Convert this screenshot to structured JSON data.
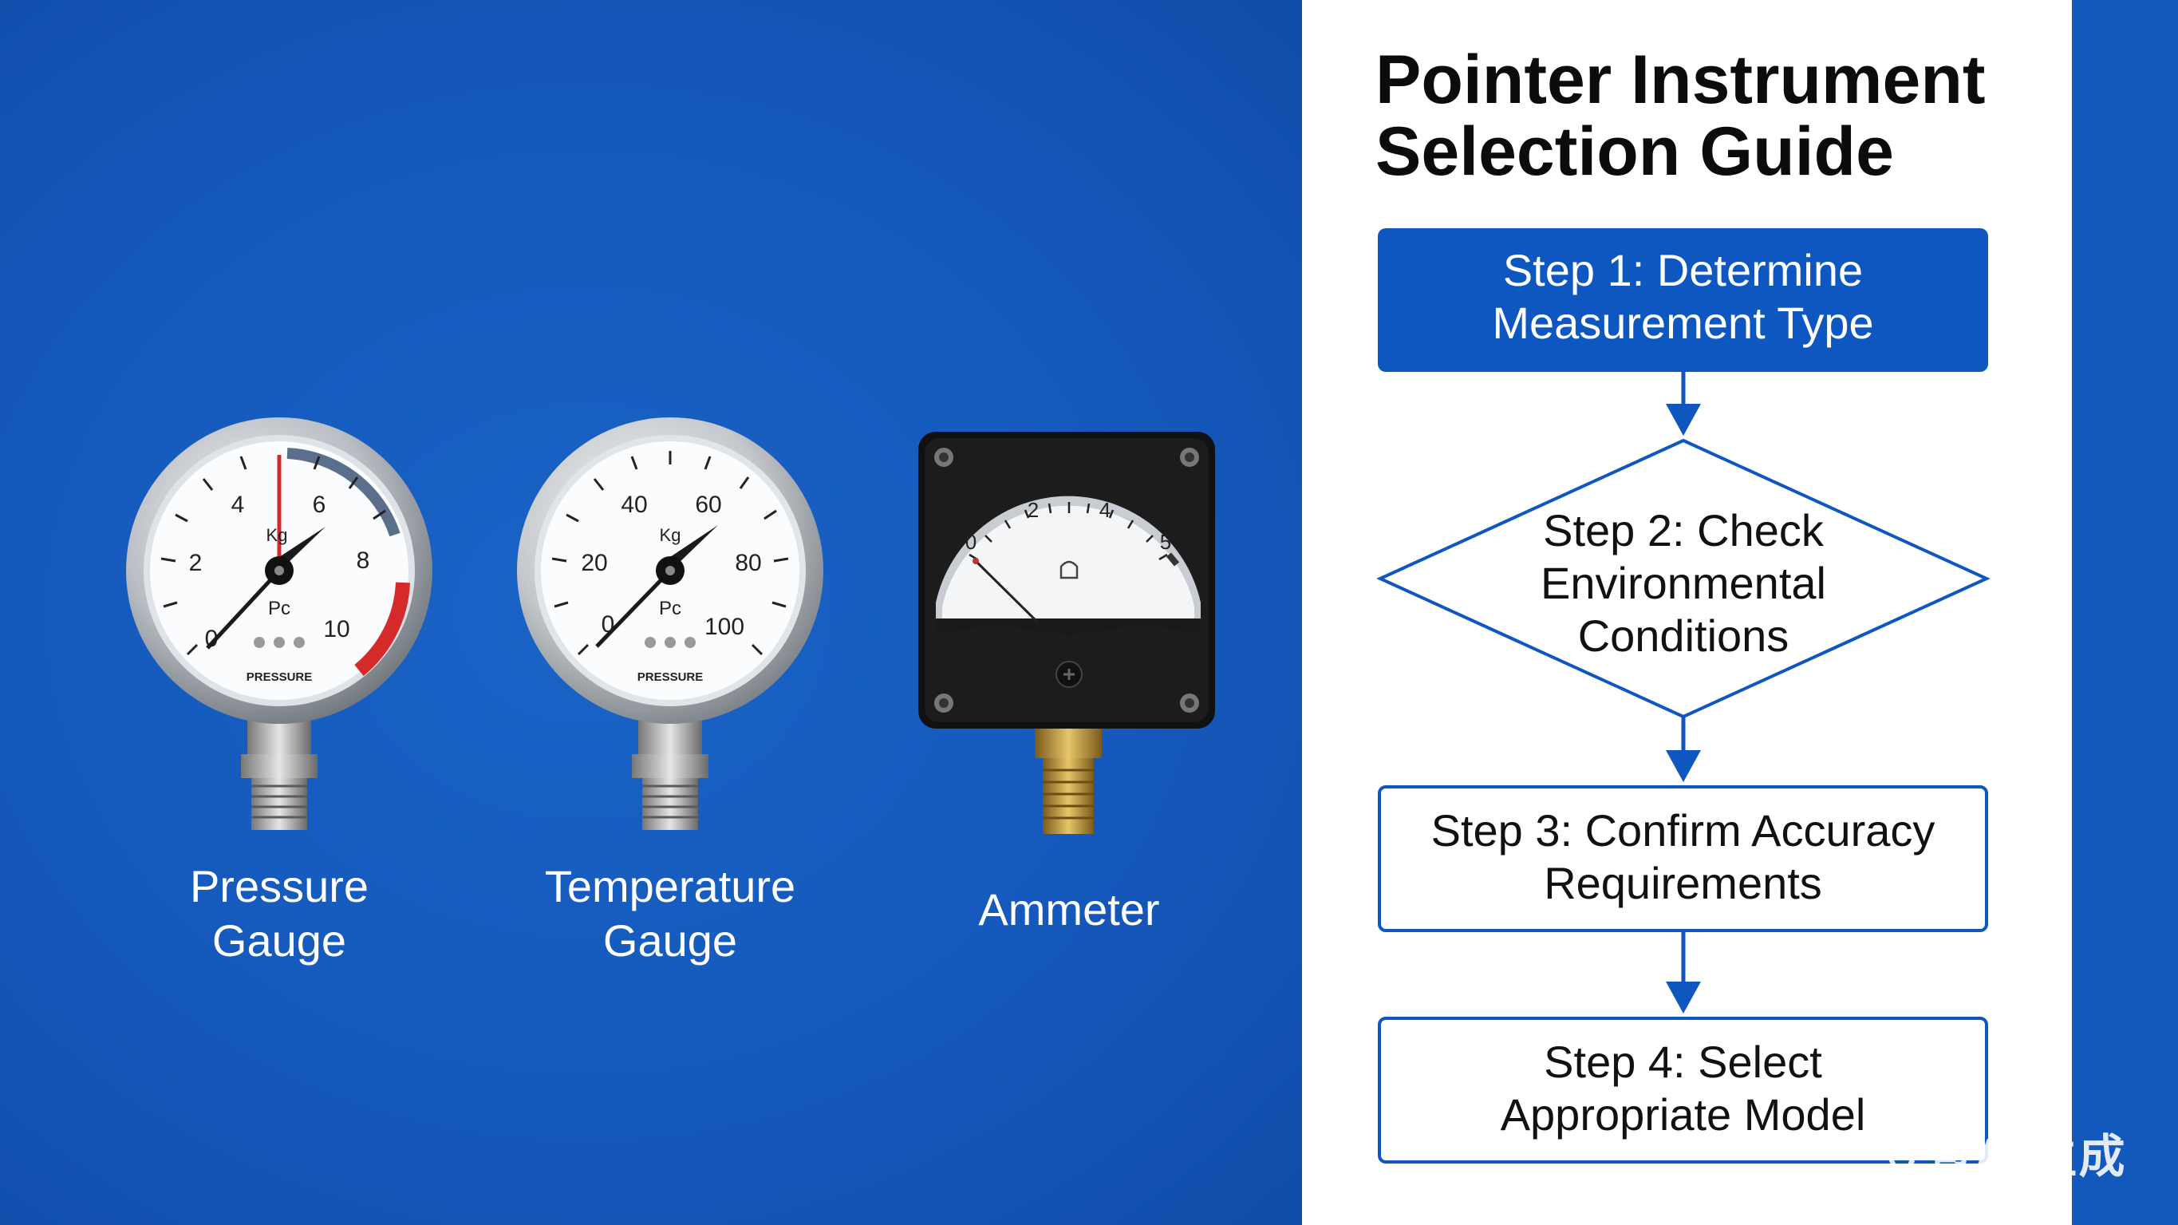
{
  "title_line1": "Pointer Instrument",
  "title_line2": "Selection Guide",
  "colors": {
    "brand_blue": "#1356b8",
    "box_blue": "#0f57c0",
    "white": "#ffffff",
    "needle_red": "#d42a2a"
  },
  "gauges": [
    {
      "label_line1": "Pressure",
      "label_line2": "Gauge",
      "ticks": [
        "0",
        "2",
        "4",
        "6",
        "8",
        "10"
      ],
      "unit": "Kg",
      "sub": "Pc",
      "brand": "PRESSURE"
    },
    {
      "label_line1": "Temperature",
      "label_line2": "Gauge",
      "ticks": [
        "0",
        "20",
        "40",
        "60",
        "80",
        "100"
      ],
      "unit": "Kg",
      "sub": "Pc",
      "brand": "PRESSURE"
    },
    {
      "label_line1": "Ammeter",
      "ticks": [
        "0",
        "2",
        "4",
        "5"
      ]
    }
  ],
  "steps": [
    {
      "line1": "Step 1: Determine",
      "line2": "Measurement Type"
    },
    {
      "line1": "Step 2: Check",
      "line2": "Environmental",
      "line3": "Conditions"
    },
    {
      "line1": "Step 3: Confirm Accuracy",
      "line2": "Requirements"
    },
    {
      "line1": "Step 4: Select",
      "line2": "Appropriate Model"
    }
  ],
  "watermark": "豆包AI生成"
}
